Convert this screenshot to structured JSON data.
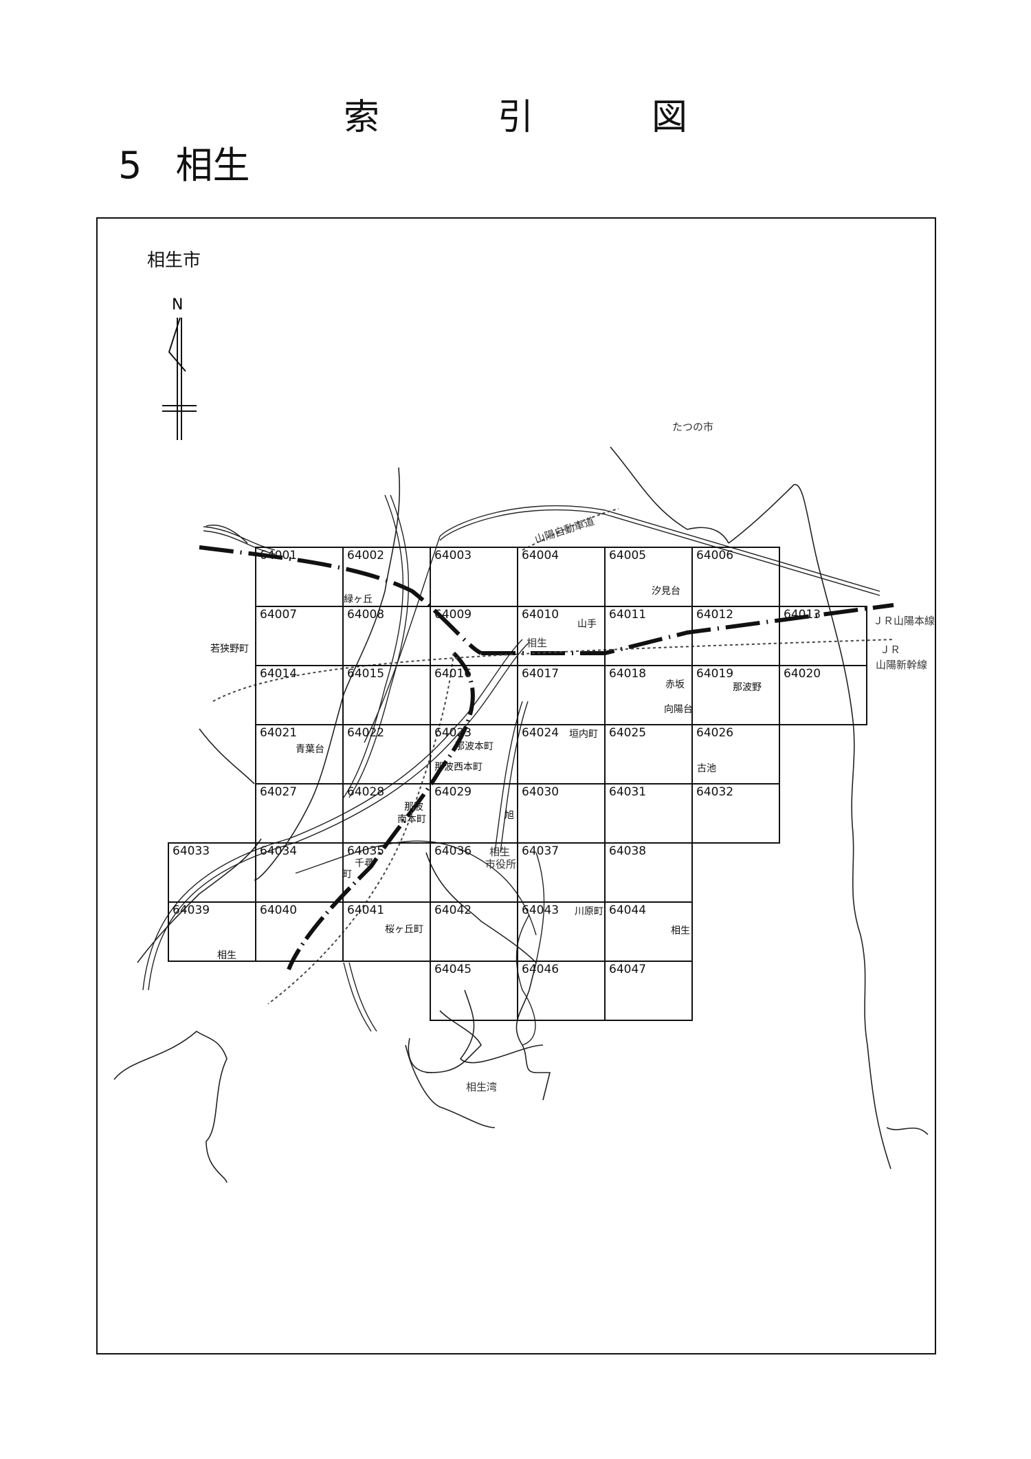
{
  "heading": {
    "title_chars": [
      "索",
      "引",
      "図"
    ],
    "number": "5",
    "name": "相生"
  },
  "city_label": "相生市",
  "north_label": "N",
  "grid": {
    "rows": [
      [
        "64001",
        "64002",
        "64003",
        "64004",
        "64005",
        "64006"
      ],
      [
        "64007",
        "64008",
        "64009",
        "64010",
        "64011",
        "64012",
        "64013"
      ],
      [
        "64014",
        "64015",
        "64016",
        "64017",
        "64018",
        "64019",
        "64020"
      ],
      [
        "64021",
        "64022",
        "64023",
        "64024",
        "64025",
        "64026"
      ],
      [
        "64027",
        "64028",
        "64029",
        "64030",
        "64031",
        "64032"
      ],
      [
        "64033",
        "64034",
        "64035",
        "64036",
        "64037",
        "64038"
      ],
      [
        "64039",
        "64040",
        "64041",
        "64042",
        "64043",
        "64044"
      ],
      [
        "64045",
        "64046",
        "64047"
      ]
    ]
  },
  "place_labels": {
    "tatsuno": "たつの市",
    "sanyo_expressway": "山陽自動車道",
    "jr_sanyo_main": "ＪＲ山陽本線",
    "jr": "ＪＲ",
    "sanyo_shinkansen": "山陽新幹線",
    "midorigaoka": "緑ヶ丘",
    "shiomidai": "汐見台",
    "yamate": "山手",
    "aioi_station": "相生",
    "wakasano": "若狭野町",
    "akasaka": "赤坂",
    "nabano": "那波野",
    "mukaiyodai": "向陽台",
    "aobadai": "青葉台",
    "naba_honmachi": "那波本町",
    "naba_nishi": "那波西本町",
    "kakiuchi": "垣内町",
    "furuike": "古池",
    "naba_minami_1": "那波",
    "naba_minami_2": "南本町",
    "asahi": "旭",
    "city_hall_1": "相生",
    "city_hall_2": "市役所",
    "chihiro_1": "千尋",
    "chihiro_2": "町",
    "sakuragaoka": "桜ヶ丘町",
    "kawaharacho": "川原町",
    "aioi_east": "相生",
    "aioi_west": "相生",
    "aioi_bay": "相生湾"
  }
}
